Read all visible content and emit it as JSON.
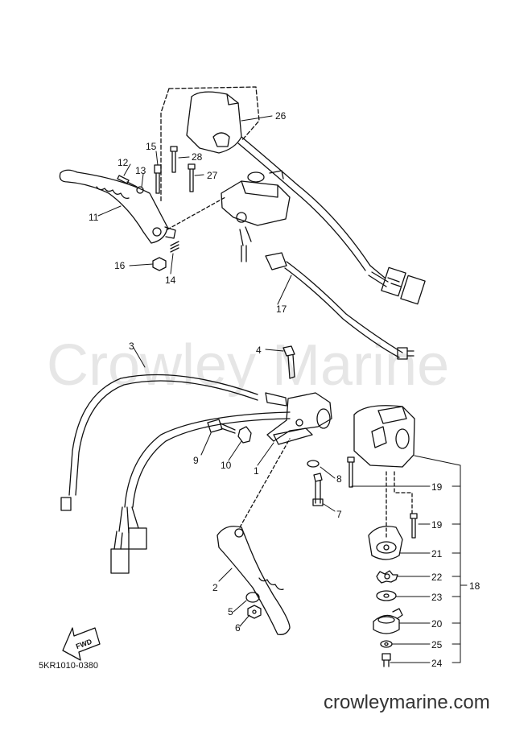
{
  "watermark": "Crowley Marine",
  "footer_url": "crowleymarine.com",
  "diagram_code": "5KR1010-0380",
  "fwd_label": "FWD",
  "callouts": {
    "p1": "1",
    "p2": "2",
    "p3": "3",
    "p4": "4",
    "p5": "5",
    "p6": "6",
    "p7": "7",
    "p8": "8",
    "p9": "9",
    "p10": "10",
    "p11": "11",
    "p12": "12",
    "p13": "13",
    "p14": "14",
    "p15": "15",
    "p16": "16",
    "p17": "17",
    "p18": "18",
    "p19a": "19",
    "p19b": "19",
    "p20": "20",
    "p21": "21",
    "p22": "22",
    "p23": "23",
    "p24": "24",
    "p25": "25",
    "p26": "26",
    "p27": "27",
    "p28": "28"
  }
}
